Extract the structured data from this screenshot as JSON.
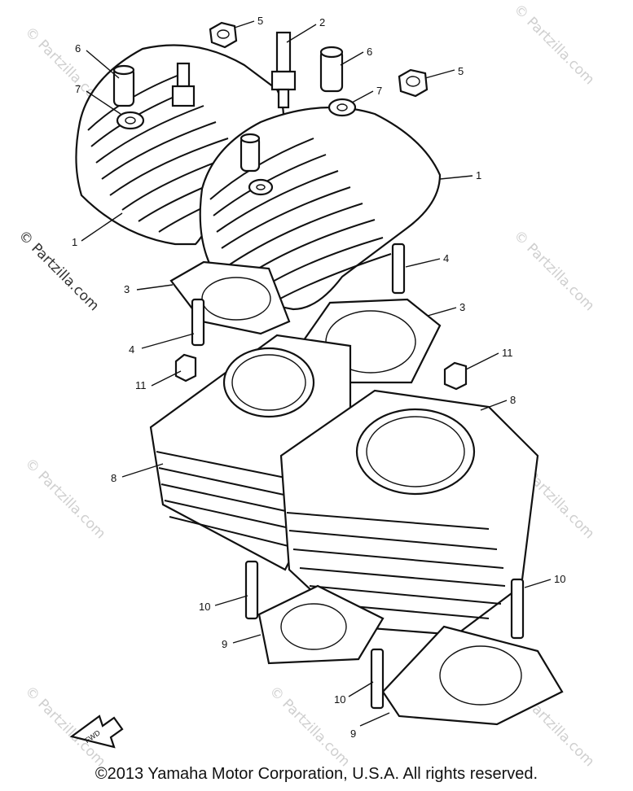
{
  "callouts": [
    {
      "id": "c5a",
      "label": "5"
    },
    {
      "id": "c2",
      "label": "2"
    },
    {
      "id": "c6a",
      "label": "6"
    },
    {
      "id": "c6b",
      "label": "6"
    },
    {
      "id": "c5b",
      "label": "5"
    },
    {
      "id": "c7a",
      "label": "7"
    },
    {
      "id": "c7b",
      "label": "7"
    },
    {
      "id": "c1a",
      "label": "1"
    },
    {
      "id": "c1b",
      "label": "1"
    },
    {
      "id": "c3a",
      "label": "3"
    },
    {
      "id": "c4a",
      "label": "4"
    },
    {
      "id": "c3b",
      "label": "3"
    },
    {
      "id": "c4b",
      "label": "4"
    },
    {
      "id": "c11a",
      "label": "11"
    },
    {
      "id": "c11b",
      "label": "11"
    },
    {
      "id": "c8a",
      "label": "8"
    },
    {
      "id": "c8b",
      "label": "8"
    },
    {
      "id": "c10a",
      "label": "10"
    },
    {
      "id": "c10b",
      "label": "10"
    },
    {
      "id": "c10c",
      "label": "10"
    },
    {
      "id": "c9a",
      "label": "9"
    },
    {
      "id": "c9b",
      "label": "9"
    }
  ],
  "watermark": "© Partzilla.com",
  "fwd_label": "FWD",
  "copyright": "©2013 Yamaha Motor Corporation, U.S.A. All rights reserved."
}
